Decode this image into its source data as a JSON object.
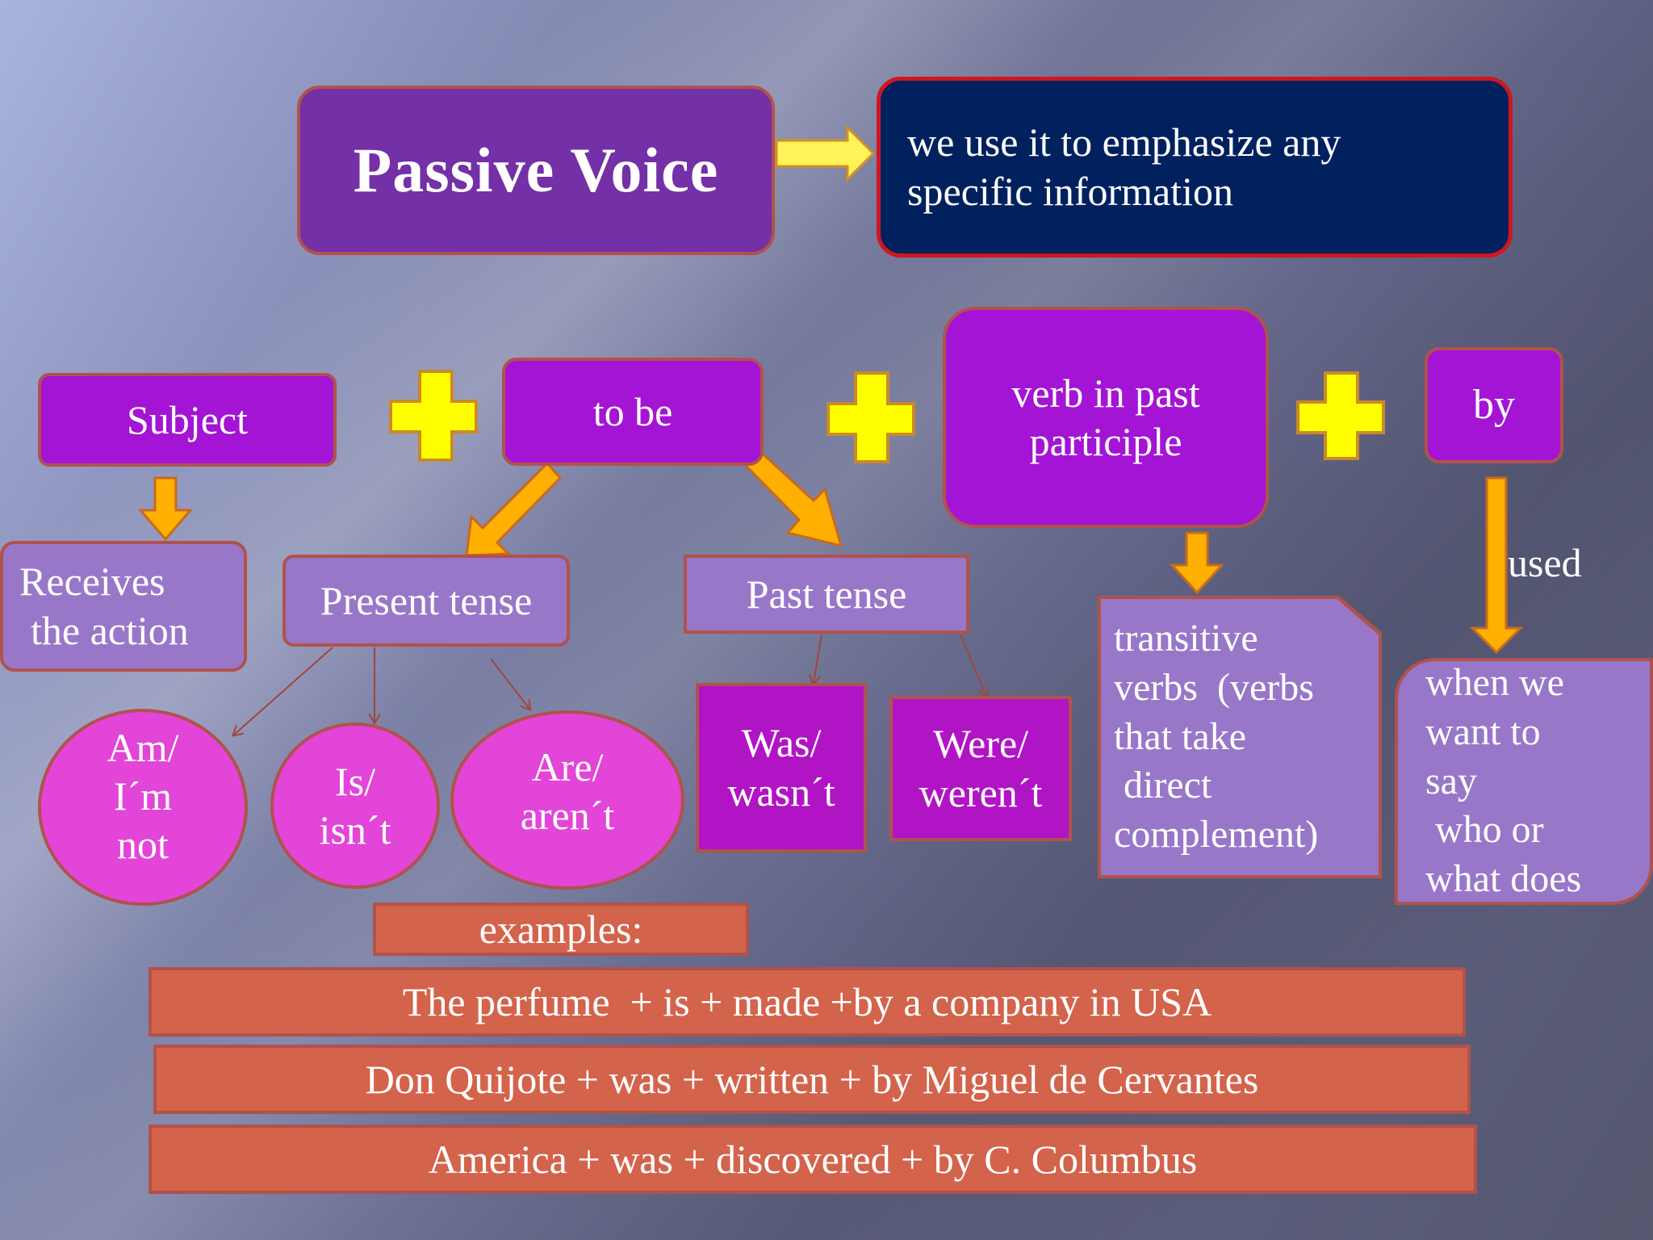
{
  "title": "Passive Voice",
  "definition": [
    "we use it to emphasize any",
    "specific information"
  ],
  "formula": {
    "subject": "Subject",
    "to_be": "to be",
    "verb": [
      "verb in past",
      "participle"
    ],
    "by": "by",
    "plus": "+"
  },
  "subject_note": [
    "Receives",
    "the action"
  ],
  "present_tense": {
    "label": "Present tense",
    "forms": [
      [
        "Am/",
        "I´m",
        "not"
      ],
      [
        "Is/",
        "isn´t"
      ],
      [
        "Are/",
        "aren´t"
      ]
    ]
  },
  "past_tense": {
    "label": "Past tense",
    "forms": [
      [
        "Was/",
        "wasn´t"
      ],
      [
        "Were/",
        "weren´t"
      ]
    ]
  },
  "verb_note": [
    "transitive",
    "verbs  (verbs",
    "that take",
    " direct",
    "complement)"
  ],
  "by_connector": "used",
  "by_note": [
    "when we",
    "want to",
    "say",
    " who or",
    "what does"
  ],
  "examples_label": "examples:",
  "examples": [
    "The perfume  + is + made +by a company in USA",
    "Don Quijote + was + written + by Miguel de Cervantes",
    "America + was + discovered + by C. Columbus"
  ],
  "colors": {
    "title_bg": "#7430a6",
    "definition_bg": "#00215e",
    "definition_border": "#d0161e",
    "formula_bg": "#a414d4",
    "note_bg": "#9877c9",
    "oval_bg": "#e245d7",
    "past_form_bg": "#b114c5",
    "example_bg": "#d3634b",
    "plus_color": "#ffff00",
    "arrow_color": "#ffb000"
  }
}
